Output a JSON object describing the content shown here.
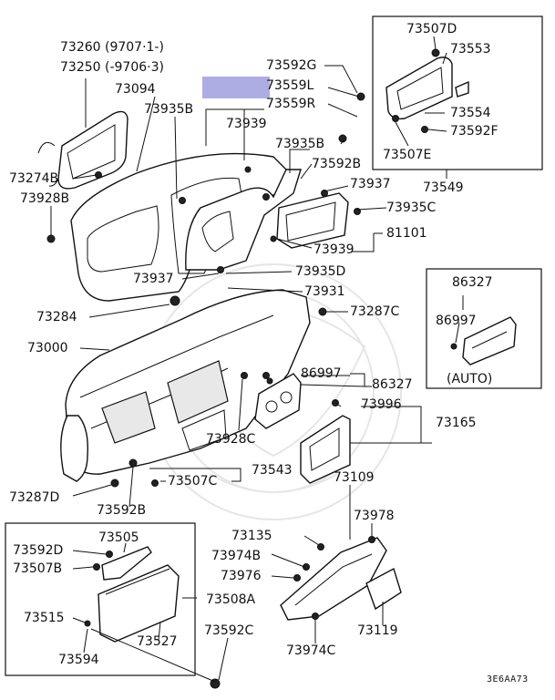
{
  "labels": {
    "l73260": "73260 (9707·1-)",
    "l73250": "73250 (-9706·3)",
    "l73094": "73094",
    "l73935B_a": "73935B",
    "l73939_a": "73939",
    "l73274B": "73274B",
    "l73928B": "73928B",
    "l73592G": "73592G",
    "l73559L": "73559L",
    "l73559R": "73559R",
    "l73935B_b": "73935B",
    "l73592B_a": "73592B",
    "l73937_a": "73937",
    "l73935C": "73935C",
    "l81101": "81101",
    "l73939_b": "73939",
    "l73507D": "73507D",
    "l73553": "73553",
    "l73554": "73554",
    "l73592F": "73592F",
    "l73507E": "73507E",
    "l73549": "73549",
    "l73937_b": "73937",
    "l73935D": "73935D",
    "l73931": "73931",
    "l73284": "73284",
    "l73287C": "73287C",
    "l73000": "73000",
    "l86327_a": "86327",
    "l86997_a": "86997",
    "l_auto": "(AUTO)",
    "l86997_b": "86997",
    "l86327_b": "86327",
    "l73996": "73996",
    "l73165": "73165",
    "l73928C": "73928C",
    "l73543": "73543",
    "l73507C": "73507C",
    "l73287D": "73287D",
    "l73592B_b": "73592B",
    "l73109": "73109",
    "l73978": "73978",
    "l73135": "73135",
    "l73974B": "73974B",
    "l73976": "73976",
    "l73119": "73119",
    "l73974C": "73974C",
    "l73592D": "73592D",
    "l73505": "73505",
    "l73507B": "73507B",
    "l73508A": "73508A",
    "l73515": "73515",
    "l73527": "73527",
    "l73594": "73594",
    "l73592C": "73592C"
  },
  "diagram_code": "3E6AA73"
}
